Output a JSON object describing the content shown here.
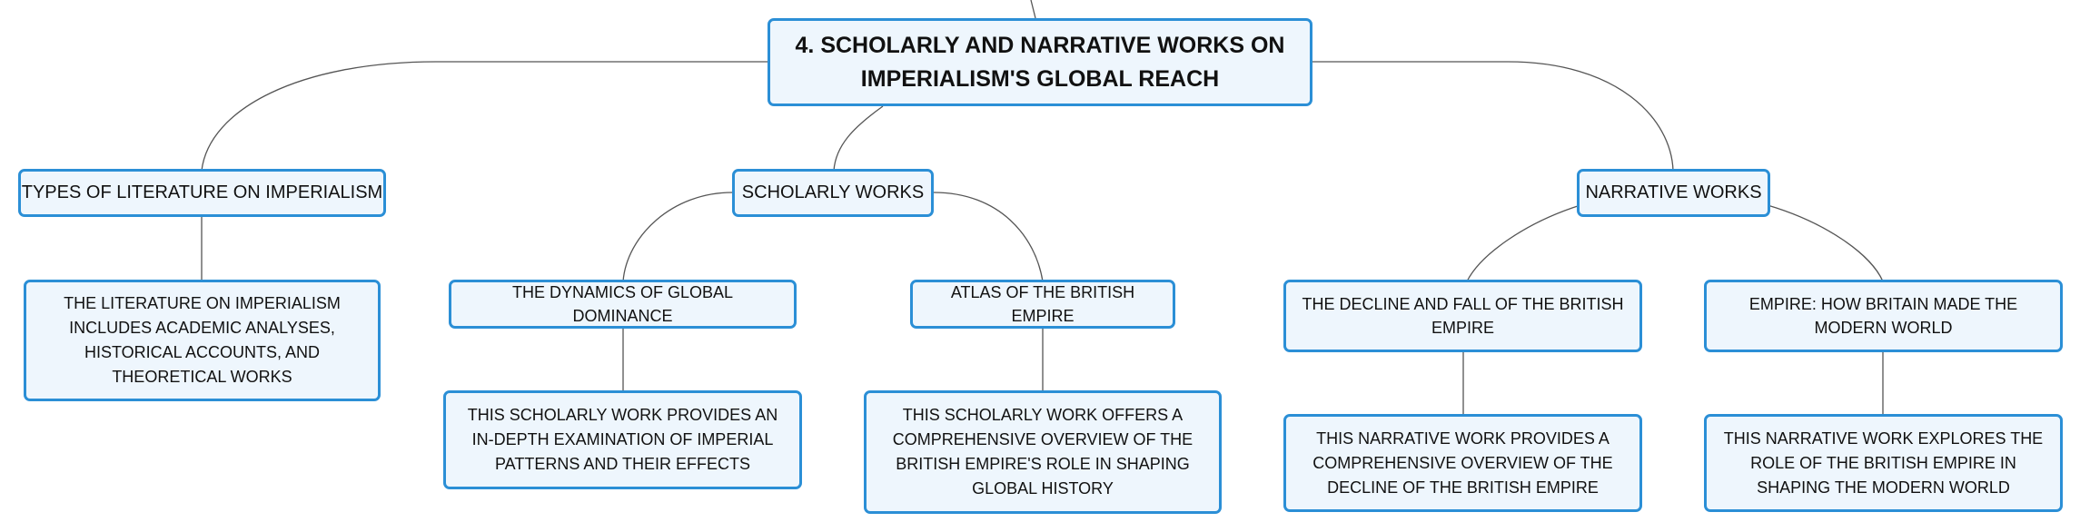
{
  "diagram": {
    "root": {
      "label": "4. SCHOLARLY AND NARRATIVE WORKS ON IMPERIALISM'S GLOBAL REACH"
    },
    "types": {
      "label": "TYPES OF LITERATURE ON IMPERIALISM",
      "description": "THE LITERATURE ON IMPERIALISM INCLUDES ACADEMIC ANALYSES, HISTORICAL ACCOUNTS, AND THEORETICAL WORKS"
    },
    "scholarly": {
      "label": "SCHOLARLY WORKS",
      "works": [
        {
          "title": "THE DYNAMICS OF GLOBAL DOMINANCE",
          "description": "THIS SCHOLARLY WORK PROVIDES AN IN-DEPTH EXAMINATION OF IMPERIAL PATTERNS AND THEIR EFFECTS"
        },
        {
          "title": "ATLAS OF THE BRITISH EMPIRE",
          "description": "THIS SCHOLARLY WORK OFFERS A COMPREHENSIVE OVERVIEW OF THE BRITISH EMPIRE'S ROLE IN SHAPING GLOBAL HISTORY"
        }
      ]
    },
    "narrative": {
      "label": "NARRATIVE WORKS",
      "works": [
        {
          "title": "THE DECLINE AND FALL OF THE BRITISH EMPIRE",
          "description": "THIS NARRATIVE WORK PROVIDES A COMPREHENSIVE OVERVIEW OF THE DECLINE OF THE BRITISH EMPIRE"
        },
        {
          "title": "EMPIRE: HOW BRITAIN MADE THE MODERN WORLD",
          "description": "THIS NARRATIVE WORK EXPLORES THE ROLE OF THE BRITISH EMPIRE IN SHAPING THE MODERN WORLD"
        }
      ]
    },
    "colors": {
      "border": "#2b8fd6",
      "fill": "#eef6fd",
      "line": "#555555"
    }
  }
}
